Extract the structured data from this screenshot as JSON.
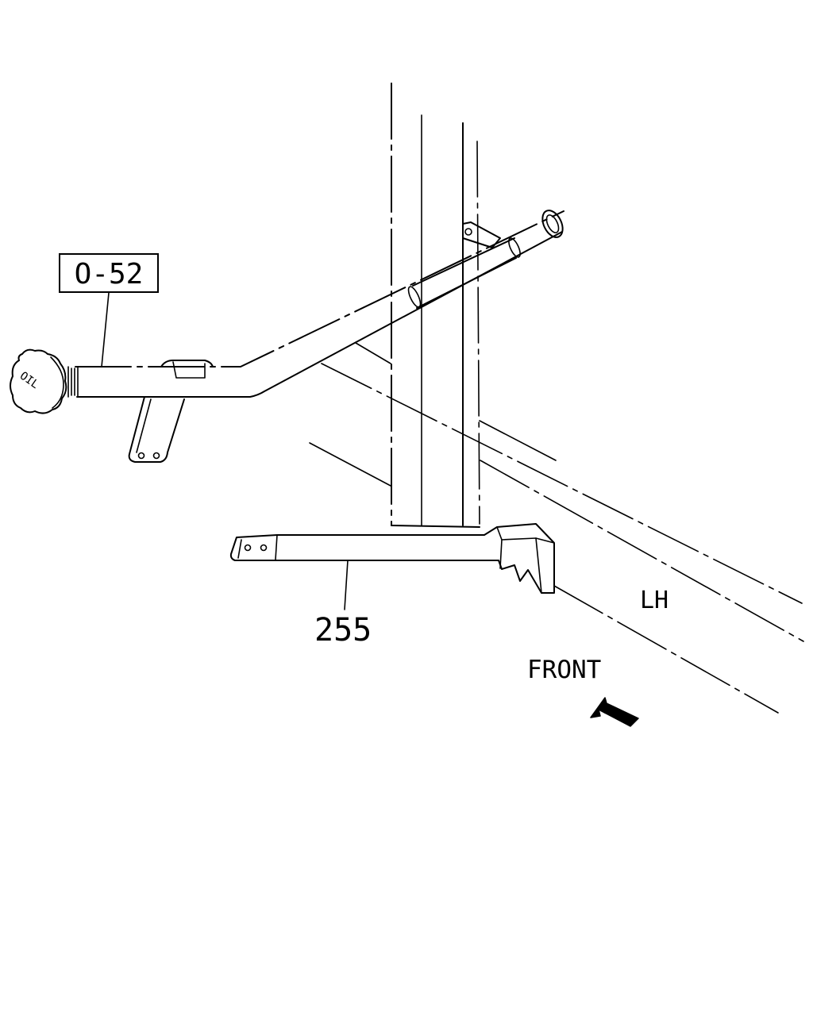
{
  "callouts": {
    "oil_filler_ref": "O-52",
    "bracket_part": "255"
  },
  "labels": {
    "side": "LH",
    "direction": "FRONT"
  },
  "cap_text": "OIL",
  "icons": {
    "direction_arrow": "arrow-up-left-icon"
  },
  "colors": {
    "line": "#000000",
    "background": "#ffffff"
  }
}
